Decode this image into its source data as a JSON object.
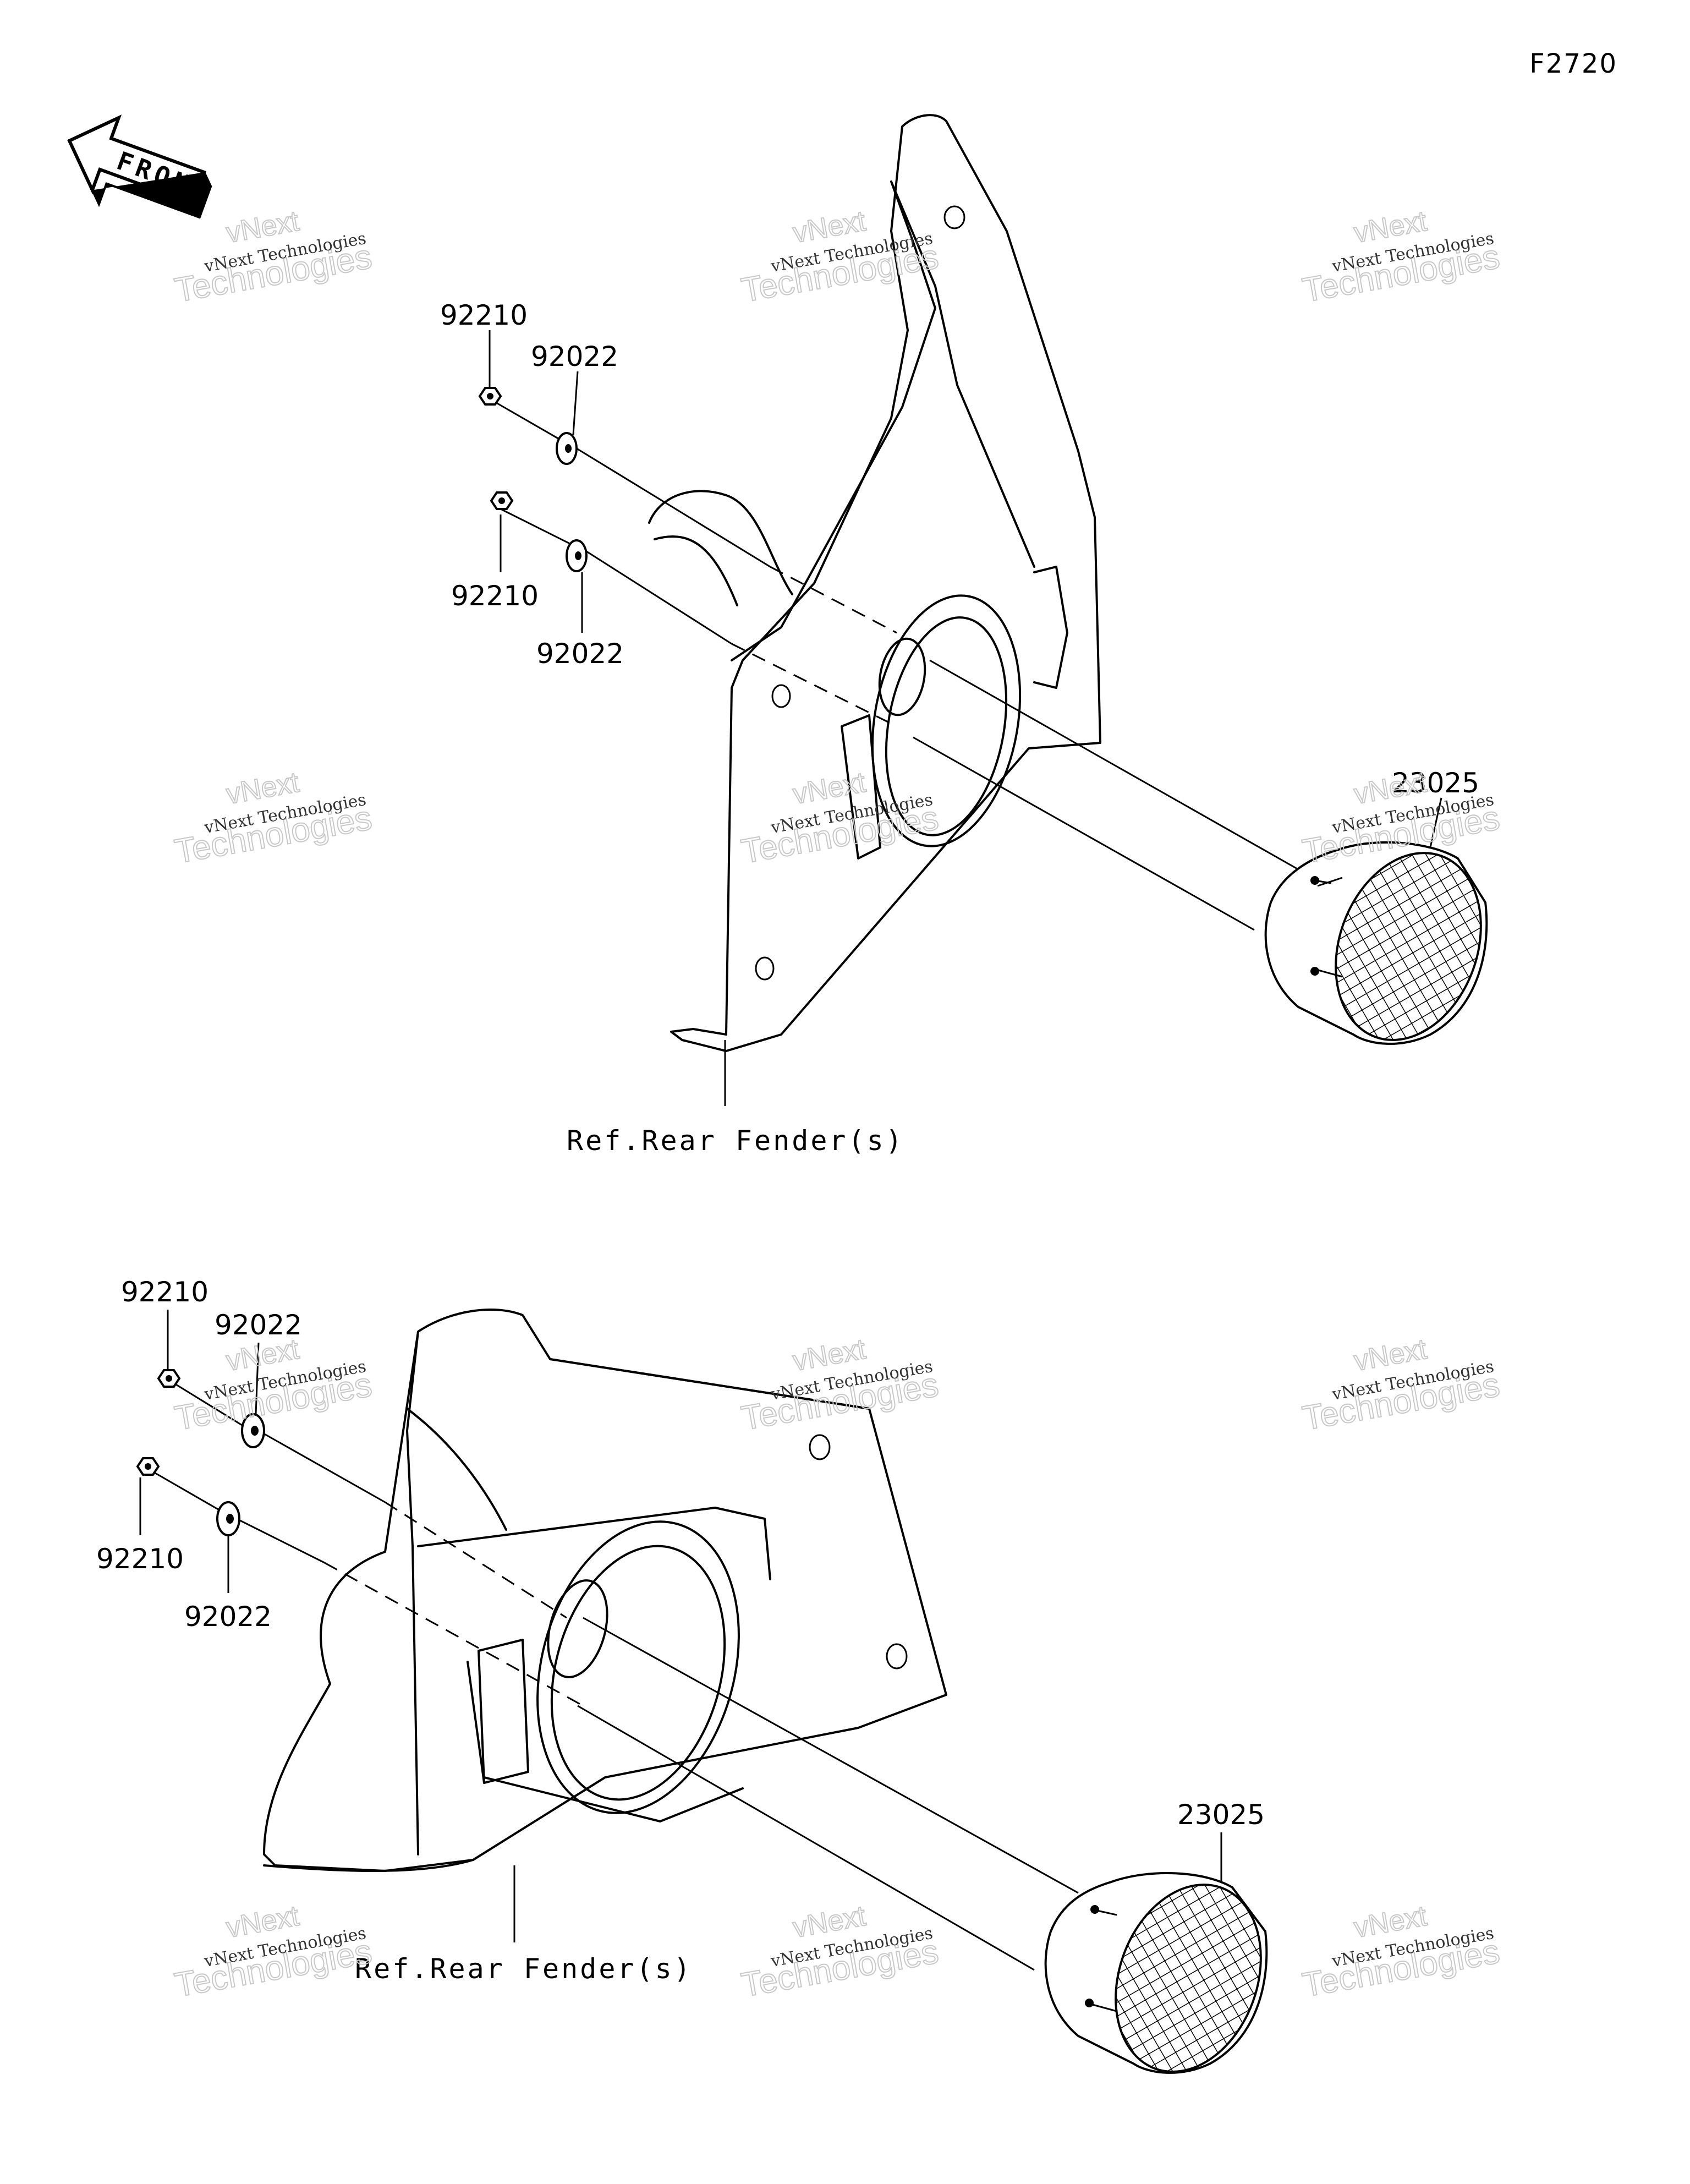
{
  "diagram_code": "F2720",
  "front_arrow_label": "FRONT",
  "watermark": {
    "line1": "vNext Technologies",
    "line2": "vNext",
    "line3": "Technologies"
  },
  "upper_assembly": {
    "callouts": [
      {
        "id": "nut-upper-1",
        "part_number": "92210"
      },
      {
        "id": "washer-upper-1",
        "part_number": "92022"
      },
      {
        "id": "nut-upper-2",
        "part_number": "92210"
      },
      {
        "id": "washer-upper-2",
        "part_number": "92022"
      },
      {
        "id": "speaker-upper",
        "part_number": "23025"
      }
    ],
    "reference": "Ref.Rear Fender(s)"
  },
  "lower_assembly": {
    "callouts": [
      {
        "id": "nut-lower-1",
        "part_number": "92210"
      },
      {
        "id": "washer-lower-1",
        "part_number": "92022"
      },
      {
        "id": "nut-lower-2",
        "part_number": "92210"
      },
      {
        "id": "washer-lower-2",
        "part_number": "92022"
      },
      {
        "id": "speaker-lower",
        "part_number": "23025"
      }
    ],
    "reference": "Ref.Rear Fender(s)"
  }
}
